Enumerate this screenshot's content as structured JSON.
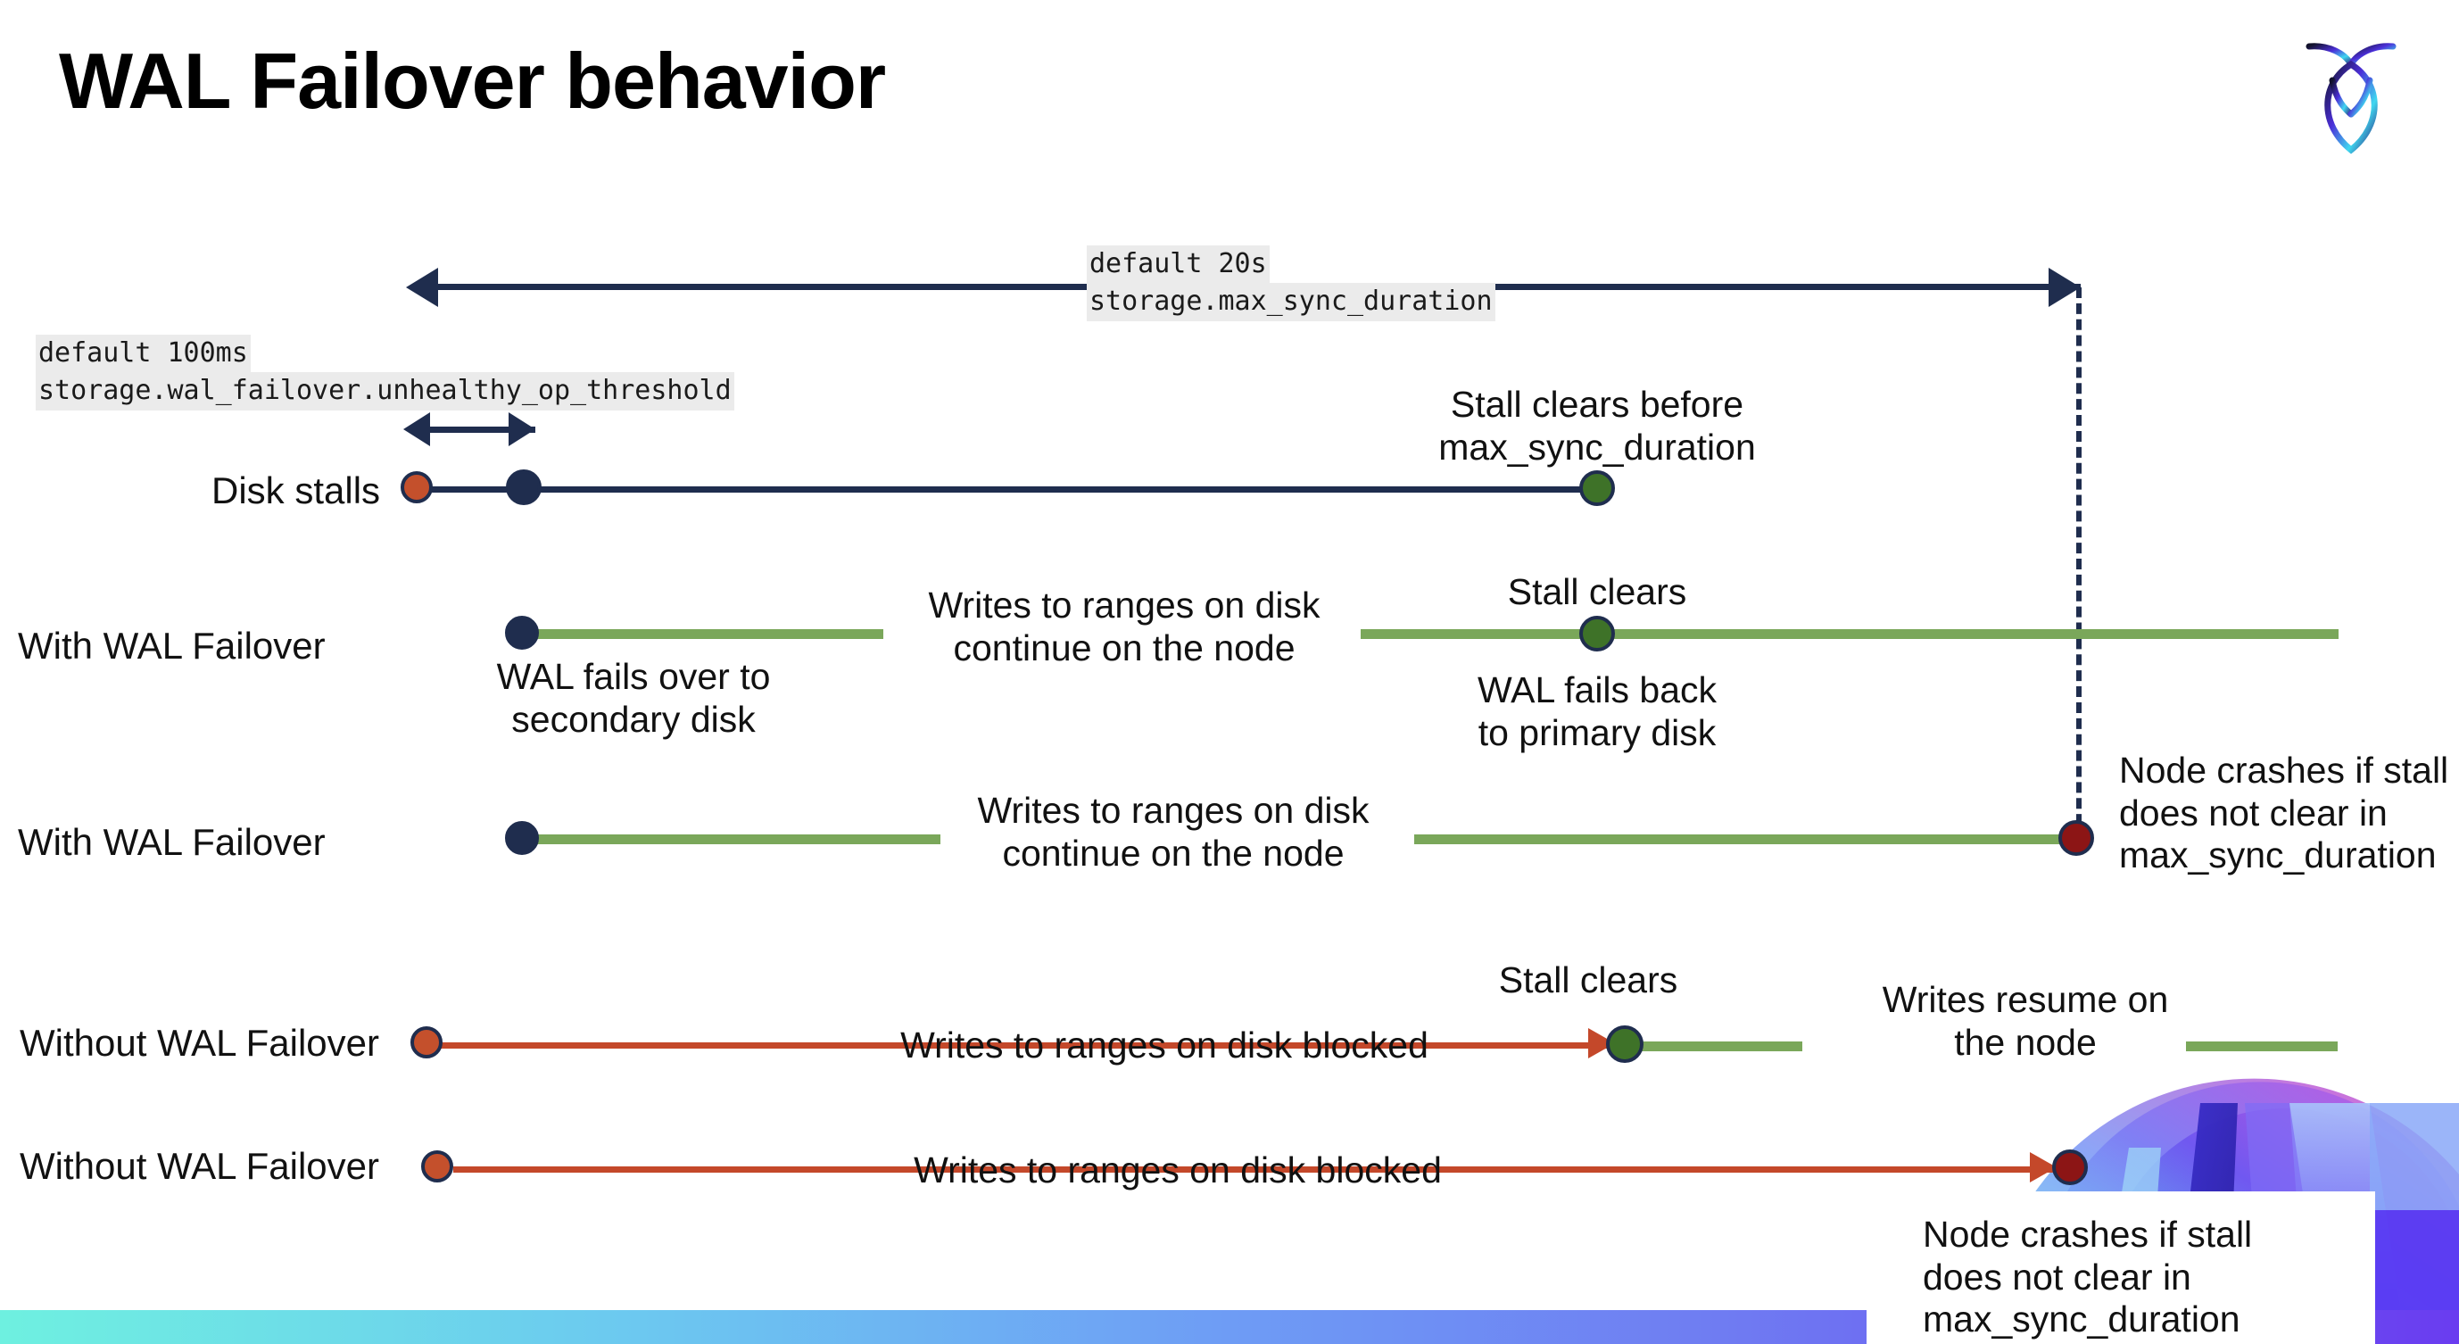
{
  "slide": {
    "title": "WAL Failover behavior",
    "logo_name": "cockroachdb-logo"
  },
  "annotations": {
    "max_sync_default": "default 20s",
    "max_sync_setting": "storage.max_sync_duration",
    "unhealthy_default": "default 100ms",
    "unhealthy_setting": "storage.wal_failover.unhealthy_op_threshold"
  },
  "rows": [
    {
      "label": "Disk stalls",
      "notes": [
        "Stall clears before\nmax_sync_duration"
      ]
    },
    {
      "label": "With WAL Failover",
      "notes": [
        "Writes to ranges on disk\ncontinue on the node",
        "Stall clears",
        "WAL fails over to\nsecondary disk",
        "WAL fails  back\nto primary disk"
      ]
    },
    {
      "label": "With WAL Failover",
      "notes": [
        "Writes to ranges on disk\ncontinue on the node",
        "Node crashes if stall\ndoes not clear in\nmax_sync_duration"
      ]
    },
    {
      "label": "Without WAL Failover",
      "notes": [
        "Writes to ranges on disk  blocked",
        "Stall clears",
        "Writes resume on\nthe node"
      ]
    },
    {
      "label": "Without WAL Failover",
      "notes": [
        "Writes to ranges on disk  blocked",
        "Node crashes if stall\ndoes not clear in\nmax_sync_duration"
      ]
    }
  ],
  "text": {
    "disk_stalls": "Disk stalls",
    "with_wal_failover_1": "With WAL Failover",
    "with_wal_failover_2": "With WAL Failover",
    "without_wal_failover_1": "Without WAL Failover",
    "without_wal_failover_2": "Without WAL Failover",
    "stall_clears_before_l1": "Stall clears before",
    "stall_clears_before_l2": "max_sync_duration",
    "writes_continue_a_l1": "Writes to ranges on disk",
    "writes_continue_a_l2": "continue on the node",
    "writes_continue_b_l1": "Writes to ranges on disk",
    "writes_continue_b_l2": "continue on the node",
    "stall_clears_row2": "Stall clears",
    "wal_fails_over_l1": "WAL fails over to",
    "wal_fails_over_l2": "secondary disk",
    "wal_fails_back_l1": "WAL fails  back",
    "wal_fails_back_l2": "to primary disk",
    "node_crashes_a_l1": "Node crashes if stall",
    "node_crashes_a_l2": "does not clear in",
    "node_crashes_a_l3": "max_sync_duration",
    "writes_blocked_1": "Writes to ranges on disk  blocked",
    "stall_clears_row4": "Stall clears",
    "writes_resume_l1": "Writes resume on",
    "writes_resume_l2": "the node",
    "writes_blocked_2": "Writes to ranges on disk  blocked",
    "node_crashes_b_l1": "Node crashes if stall",
    "node_crashes_b_l2": "does not clear in",
    "node_crashes_b_l3": "max_sync_duration"
  },
  "colors": {
    "navy": "#1f2d4e",
    "green_line": "#7aa75a",
    "green_dot": "#3e7228",
    "orange": "#c4502c",
    "orange_line": "#c4482a",
    "dark_red": "#8c1515",
    "code_bg": "#ebebeb",
    "bar_start": "#6ef0e0",
    "bar_end": "#6a3cf0"
  }
}
